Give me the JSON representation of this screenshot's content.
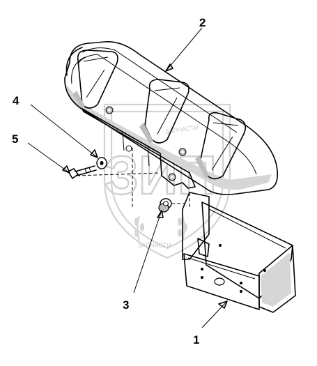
{
  "watermark": {
    "logo_letters": "ЗИП",
    "text": "ЗАПЧАСТИ"
  },
  "callouts": [
    {
      "id": "1",
      "label": "1"
    },
    {
      "id": "2",
      "label": "2"
    },
    {
      "id": "3",
      "label": "3"
    },
    {
      "id": "4",
      "label": "4"
    },
    {
      "id": "5",
      "label": "5"
    }
  ]
}
